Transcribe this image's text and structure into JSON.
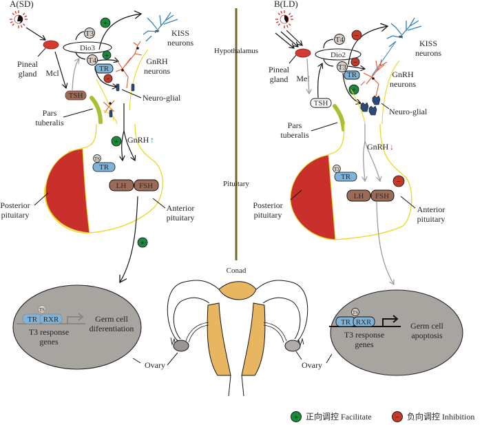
{
  "panels": {
    "left": {
      "title": "A(SD)",
      "pineal_label_1": "Pineal",
      "pineal_label_2": "gland",
      "mel": "Mcl",
      "dio": "Dio3",
      "t_top": "T3",
      "t_bottom": "T4",
      "tr": "TR",
      "tsh": "TSH",
      "kiss_1": "KISS",
      "kiss_2": "neurons",
      "gnrh_1": "GnRH",
      "gnrh_2": "neurons",
      "neuroglial": "Neuro-glial",
      "pars_1": "Pars",
      "pars_2": "tuberalis",
      "gnrh_signal": "GnRH",
      "gnrh_arrow": "↑",
      "ts_small": "TS",
      "tr_pit": "TR",
      "lh": "LH",
      "fsh": "FSH",
      "posterior_1": "Posterior",
      "posterior_2": "pituitary",
      "anterior_1": "Anterior",
      "anterior_2": "pituitary",
      "cell_ts": "TS",
      "cell_tr": "TR",
      "cell_rxr": "RXR",
      "cell_genes_1": "T3 response",
      "cell_genes_2": "genes",
      "cell_outcome_1": "Germ cell",
      "cell_outcome_2": "diferentiation",
      "ovary": "Ovary"
    },
    "right": {
      "title": "B(LD)",
      "pineal_label_1": "Pineal",
      "pineal_label_2": "gland",
      "mel": "Mel",
      "dio": "Dio2",
      "t_top": "T4",
      "t_bottom": "T3",
      "tr": "TR",
      "tsh": "TSH",
      "kiss_1": "KISS",
      "kiss_2": "neurons",
      "gnrh_1": "GnRH",
      "gnrh_2": "neurons",
      "neuroglial": "Neuro-glial",
      "pars_1": "Pars",
      "pars_2": "tuberalis",
      "gnrh_signal": "GnRH",
      "gnrh_arrow": "↓",
      "ts_small": "T3",
      "tr_pit": "TR",
      "lh": "LH",
      "fsh": "FSH",
      "posterior_1": "Posterior",
      "posterior_2": "pituitary",
      "anterior_1": "Anterior",
      "anterior_2": "pituitary",
      "cell_ts": "TS",
      "cell_tr": "TR",
      "cell_rxr": "RXR",
      "cell_genes_1": "T3 response",
      "cell_genes_2": "genes",
      "cell_outcome_1": "Germ cell",
      "cell_outcome_2": "apoptosis",
      "ovary": "Ovary"
    }
  },
  "center": {
    "hypothalamus": "Hypothalamus",
    "pituitary": "Pituitary",
    "gonad": "Conad"
  },
  "signs": {
    "plus": "+",
    "minus": "−"
  },
  "legend": {
    "facilitate": "正向调控 Facilitate",
    "inhibition": "负向调控 Inhibition"
  },
  "colors": {
    "facilitate": "#1a8a3a",
    "inhibition": "#c23a2a",
    "pineal": "#d33a32",
    "posterior_pituitary": "#c9302c",
    "pituitary_outline": "#e8d820",
    "tr_box": "#7fb3d8",
    "hormone_box": "#9c6b58",
    "t_circle": "#d8d0c8",
    "cell": "#a8a4a0",
    "uterus": "#e8b560",
    "ovary_node": "#9a9694",
    "divider": "#6e6a2a",
    "pars_tuberalis": "#a8c030",
    "gnrh_up": "#1a8a3a",
    "gnrh_down": "#d03020"
  }
}
